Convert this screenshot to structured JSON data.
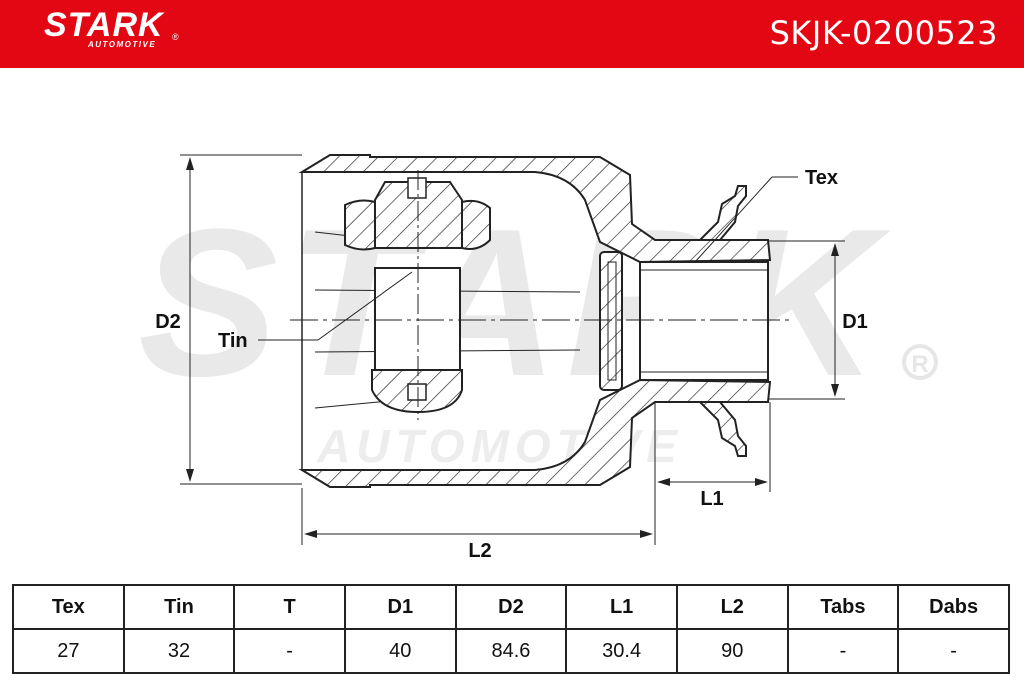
{
  "header": {
    "brand": "STARK",
    "brand_sub": "AUTOMOTIVE",
    "registered": "®",
    "part_number": "SKJK-0200523",
    "color": "#e30613"
  },
  "diagram": {
    "labels": {
      "tex": "Tex",
      "tin": "Tin",
      "d1": "D1",
      "d2": "D2",
      "l1": "L1",
      "l2": "L2"
    },
    "watermark": "STARK",
    "watermark_sub": "AUTOMOTIVE"
  },
  "table": {
    "headers": [
      "Tex",
      "Tin",
      "T",
      "D1",
      "D2",
      "L1",
      "L2",
      "Tabs",
      "Dabs"
    ],
    "values": [
      "27",
      "32",
      "-",
      "40",
      "84.6",
      "30.4",
      "90",
      "-",
      "-"
    ]
  }
}
